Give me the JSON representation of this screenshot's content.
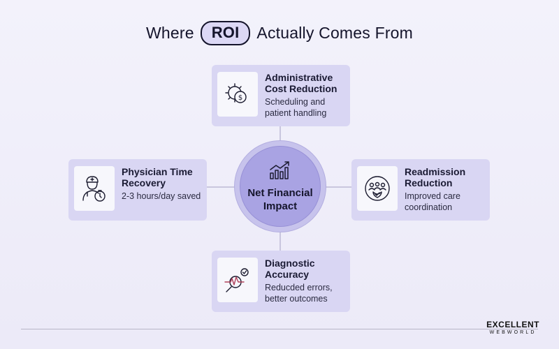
{
  "title": {
    "before": "Where",
    "highlight": "ROI",
    "after": "Actually Comes From"
  },
  "center": {
    "label": "Net Financial Impact",
    "icon": "growth-chart-icon"
  },
  "cards": {
    "top": {
      "title": "Administrative Cost Reduction",
      "description": "Scheduling and patient handling",
      "icon": "gear-dollar-icon"
    },
    "left": {
      "title": "Physician Time Recovery",
      "description": "2-3 hours/day saved",
      "icon": "doctor-stopwatch-icon"
    },
    "right": {
      "title": "Readmission Reduction",
      "description": "Improved care coordination",
      "icon": "care-team-icon"
    },
    "bottom": {
      "title": "Diagnostic Accuracy",
      "description": "Reducded errors, better outcomes",
      "icon": "magnifier-pulse-icon"
    }
  },
  "brand": {
    "main": "EXCELLENT",
    "sub": "WEBWORLD"
  },
  "colors": {
    "card": "#d9d6f3",
    "center": "#a9a3e3",
    "connector": "#c9c6de"
  }
}
